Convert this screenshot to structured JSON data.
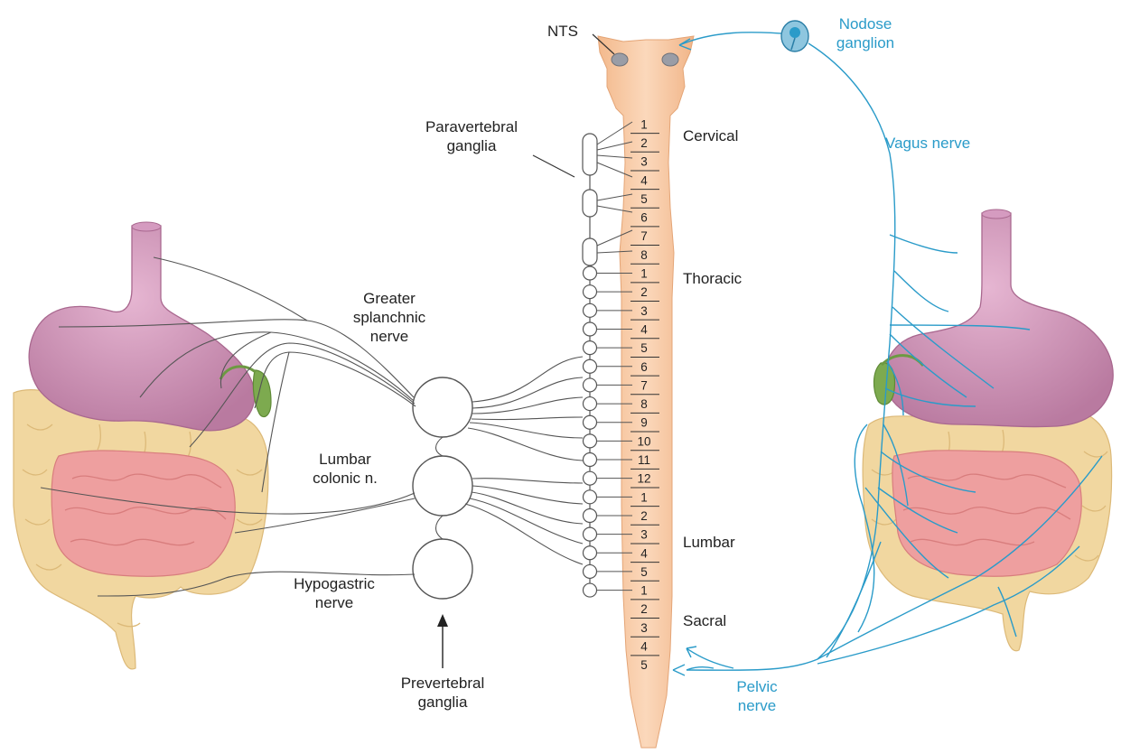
{
  "labels": {
    "nts": "NTS",
    "nodose": [
      "Nodose",
      "ganglion"
    ],
    "vagus": "Vagus nerve",
    "paravertebral": [
      "Paravertebral",
      "ganglia"
    ],
    "greater_splanchnic": [
      "Greater",
      "splanchnic",
      "nerve"
    ],
    "lumbar_colonic": [
      "Lumbar",
      "colonic n."
    ],
    "hypogastric": [
      "Hypogastric",
      "nerve"
    ],
    "prevertebral": [
      "Prevertebral",
      "ganglia"
    ],
    "pelvic": [
      "Pelvic",
      "nerve"
    ]
  },
  "spinal_regions": [
    "Cervical",
    "Thoracic",
    "Lumbar",
    "Sacral"
  ],
  "segments": {
    "cervical": [
      "1",
      "2",
      "3",
      "4",
      "5",
      "6",
      "7",
      "8"
    ],
    "thoracic": [
      "1",
      "2",
      "3",
      "4",
      "5",
      "6",
      "7",
      "8",
      "9",
      "10",
      "11",
      "12"
    ],
    "lumbar": [
      "1",
      "2",
      "3",
      "4",
      "5"
    ],
    "sacral": [
      "1",
      "2",
      "3",
      "4",
      "5"
    ]
  },
  "colors": {
    "spinal_cord": "#f7c9a3",
    "stomach": "#c98bb0",
    "colon": "#f1d7a0",
    "small_intestine": "#ee9f9f",
    "gallbladder": "#7daa4f",
    "vagal_nerve": "#2a9bc9",
    "sympathetic_nerve": "#555555"
  }
}
